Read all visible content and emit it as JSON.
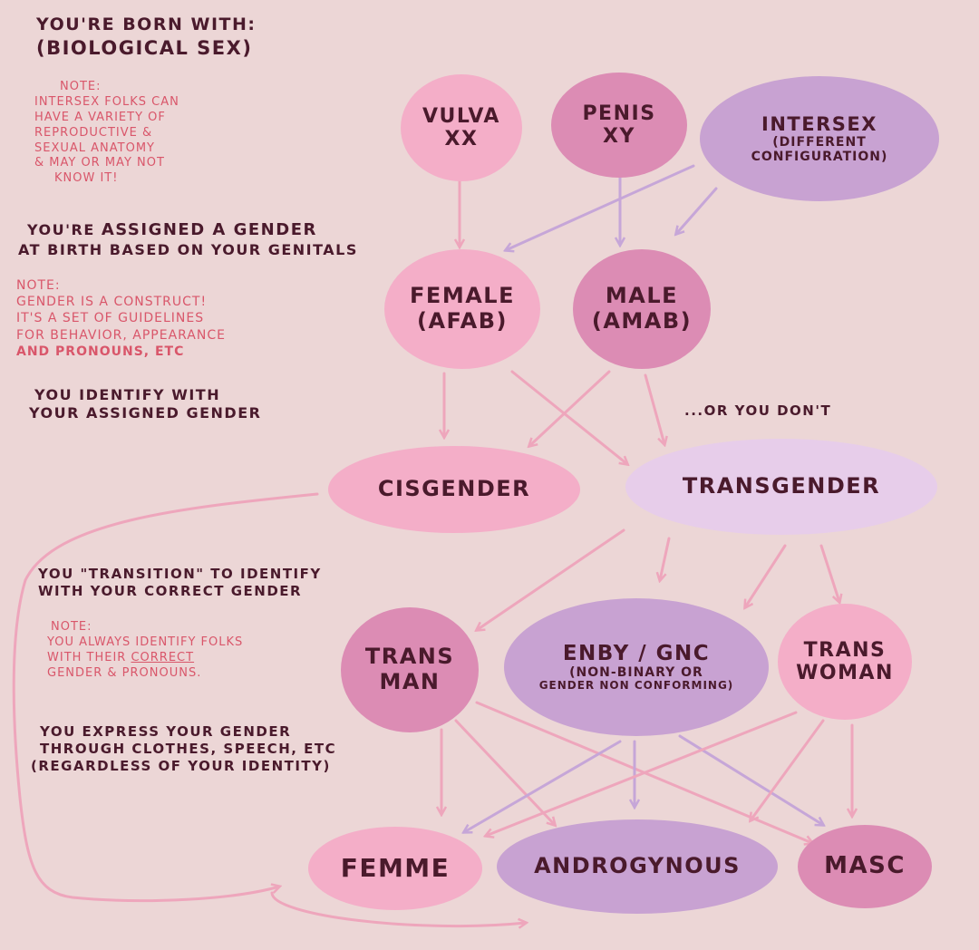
{
  "colors": {
    "background": "#ecd6d6",
    "text_dark": "#4a1a2c",
    "note_text": "#d9566a",
    "pink_light": "#f4aec8",
    "pink_mid": "#dc8cb4",
    "lavender": "#c8a2d2",
    "lavender_light": "#e7cdea",
    "arrow_pink": "#eea6bc",
    "arrow_lavender": "#c6a6d8"
  },
  "sections": {
    "born_with": {
      "line1": "You're born with:",
      "line2": "(Biological sex)"
    },
    "intersex_note": {
      "l1": "Note:",
      "l2": "Intersex folks can",
      "l3": "have a variety of",
      "l4": "reproductive &",
      "l5": "sexual anatomy",
      "l6": "& may or may not",
      "l7": "know it!"
    },
    "assigned": {
      "l1a": "You're ",
      "l1b": "assigned a gender",
      "l2": "at birth based on your genitals"
    },
    "gender_note": {
      "l1": "Note:",
      "l2": "Gender is a construct!",
      "l3": "It's a set of guidelines",
      "l4": "for behavior, appearance",
      "l5": "and pronouns, etc"
    },
    "identify": {
      "l1": "You identify with",
      "l2": "your assigned gender"
    },
    "or_dont": "...or you don't",
    "transition": {
      "l1": "You \"transition\" to identify",
      "l2": "with your correct gender"
    },
    "correct_note": {
      "l1": "Note:",
      "l2": "You always identify folks",
      "l3a": "with their ",
      "l3b": "correct",
      "l4": "gender & pronouns."
    },
    "express": {
      "l1": "You express your gender",
      "l2": "through clothes, speech, etc",
      "l3": "(regardless of your identity)"
    }
  },
  "nodes": {
    "vulva": {
      "l1": "Vulva",
      "l2": "XX"
    },
    "penis": {
      "l1": "Penis",
      "l2": "XY"
    },
    "intersex": {
      "l1": "Intersex",
      "l2": "(different",
      "l3": "configuration)"
    },
    "female": {
      "l1": "Female",
      "l2": "(AFAB)"
    },
    "male": {
      "l1": "Male",
      "l2": "(AMAB)"
    },
    "cisgender": "Cisgender",
    "transgender": "Transgender",
    "trans_man": {
      "l1": "Trans",
      "l2": "Man"
    },
    "enby": {
      "l1": "Enby / GNC",
      "l2": "(non-binary or",
      "l3": "gender non conforming)"
    },
    "trans_woman": {
      "l1": "Trans",
      "l2": "Woman"
    },
    "femme": "Femme",
    "androgynous": "Androgynous",
    "masc": "Masc"
  }
}
